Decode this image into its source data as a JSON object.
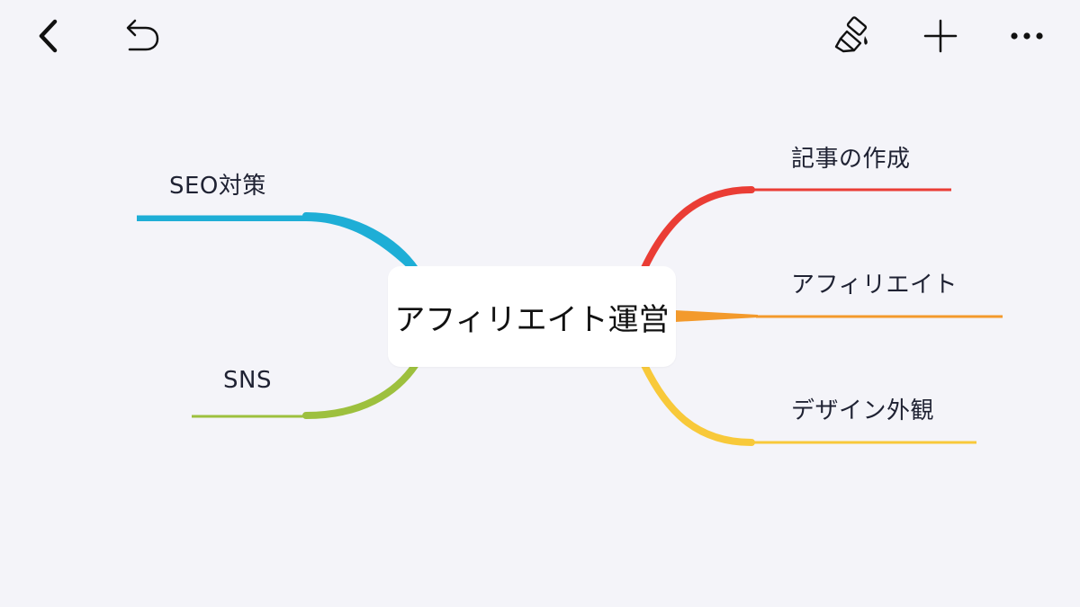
{
  "toolbar": {
    "back_icon": "chevron-left-icon",
    "undo_icon": "undo-arrow-icon",
    "style_icon": "paint-brush-icon",
    "add_icon": "plus-icon",
    "more_icon": "more-dots-icon"
  },
  "mindmap": {
    "central": {
      "label": "アフィリエイト運営"
    },
    "branches": [
      {
        "id": "seo",
        "label": "SEO対策",
        "color": "#1eaed6"
      },
      {
        "id": "sns",
        "label": "SNS",
        "color": "#9dc03e"
      },
      {
        "id": "article",
        "label": "記事の作成",
        "color": "#ea3d35"
      },
      {
        "id": "affiliate",
        "label": "アフィリエイト",
        "color": "#f39a2c"
      },
      {
        "id": "design",
        "label": "デザイン外観",
        "color": "#f8c93a"
      }
    ]
  }
}
